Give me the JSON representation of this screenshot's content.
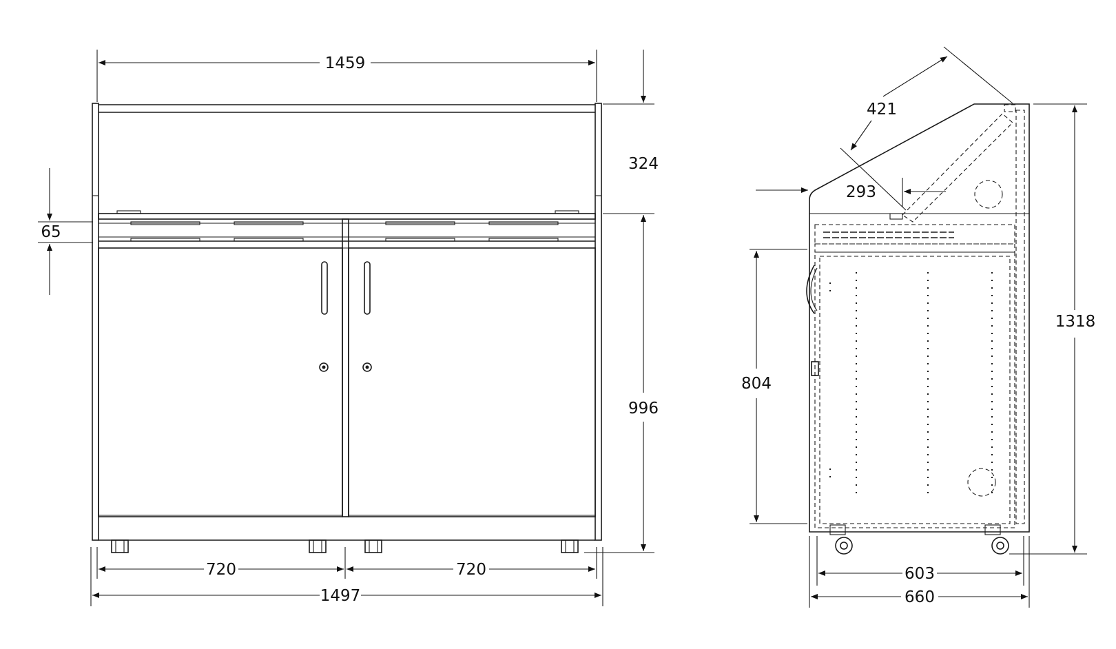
{
  "front_view": {
    "width_top": "1459",
    "upper_height": "324",
    "rail_height": "65",
    "cabinet_height": "996",
    "door_width_left": "720",
    "door_width_right": "720",
    "overall_width": "1497"
  },
  "side_view": {
    "lid_length": "421",
    "lid_offset": "293",
    "body_height": "804",
    "overall_height": "1318",
    "inner_depth": "603",
    "overall_depth": "660"
  }
}
